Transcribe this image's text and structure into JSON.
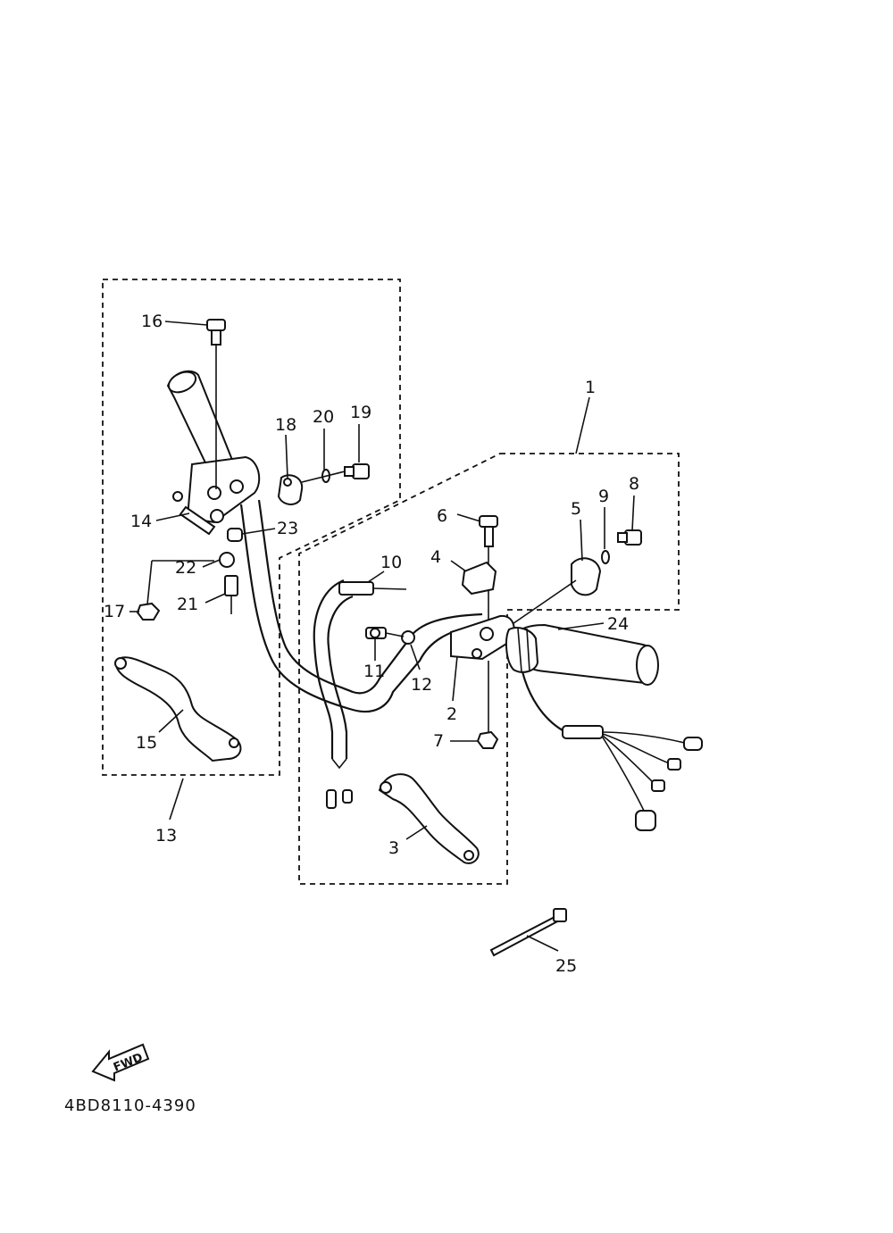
{
  "callouts": {
    "c1": "1",
    "c2": "2",
    "c3": "3",
    "c4": "4",
    "c5": "5",
    "c6": "6",
    "c7": "7",
    "c8": "8",
    "c9": "9",
    "c10": "10",
    "c11": "11",
    "c12": "12",
    "c13": "13",
    "c14": "14",
    "c15": "15",
    "c16": "16",
    "c17": "17",
    "c18": "18",
    "c19": "19",
    "c20": "20",
    "c21": "21",
    "c22": "22",
    "c23": "23",
    "c24": "24",
    "c25": "25"
  },
  "fwd_label": "FWD",
  "diagram_code": "4BD8110-4390"
}
